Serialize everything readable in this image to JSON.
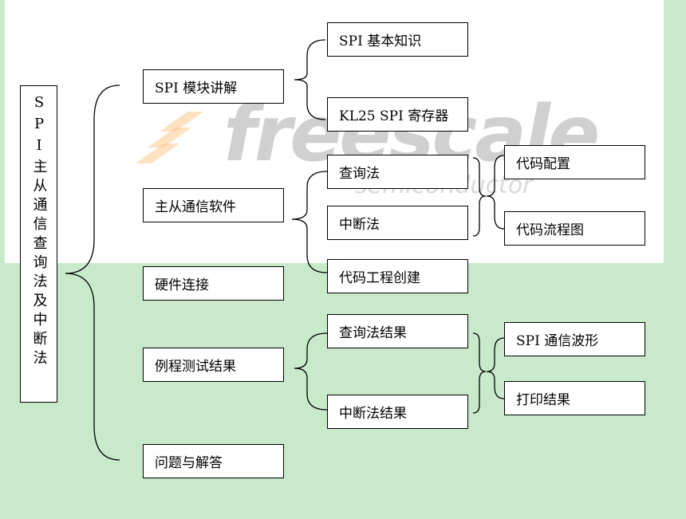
{
  "watermark": {
    "brand": "freescale",
    "tagline": "semiconductor"
  },
  "root": {
    "label": "SPI主从通信查询法及中断法"
  },
  "level1": {
    "spi_module": "SPI 模块讲解",
    "master_slave": "主从通信软件",
    "hardware": "硬件连接",
    "test_results": "例程测试结果",
    "qa": "问题与解答"
  },
  "level2": {
    "spi_basics": "SPI 基本知识",
    "kl25_registers": "KL25 SPI 寄存器",
    "polling": "查询法",
    "interrupt": "中断法",
    "code_project": "代码工程创建",
    "polling_results": "查询法结果",
    "interrupt_results": "中断法结果"
  },
  "level3": {
    "code_config": "代码配置",
    "code_flowchart": "代码流程图",
    "spi_waveform": "SPI 通信波形",
    "print_results": "打印结果"
  }
}
